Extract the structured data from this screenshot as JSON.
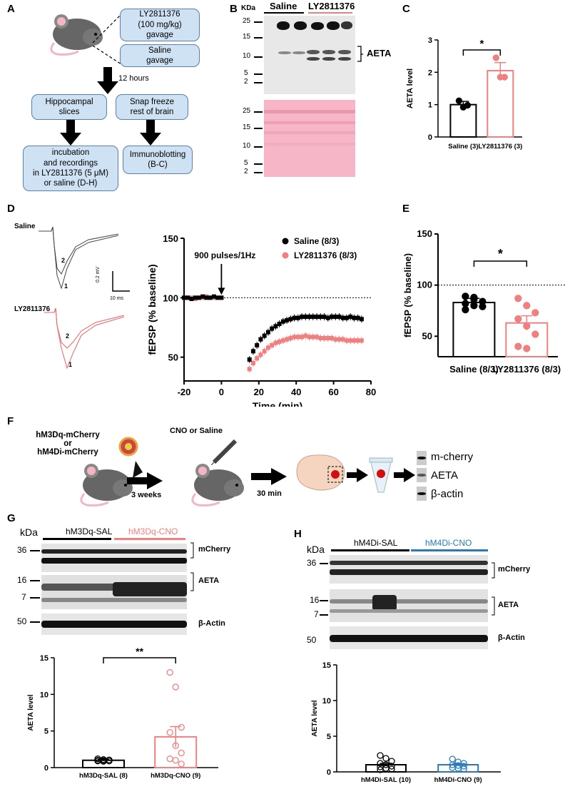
{
  "panel_labels": [
    "A",
    "B",
    "C",
    "D",
    "E",
    "F",
    "G",
    "H"
  ],
  "panelA": {
    "box1_lines": [
      "LY2811376",
      "(100 mg/kg)",
      "gavage"
    ],
    "box2_lines": [
      "Saline",
      "gavage"
    ],
    "arrow_label": "12 hours",
    "box3_lines": [
      "Hippocampal",
      "slices"
    ],
    "box4_lines": [
      "Snap freeze",
      "rest of brain"
    ],
    "box5_lines": [
      "incubation",
      "and recordings",
      "in LY2811376 (5 μM)",
      "or saline (D-H)"
    ],
    "box6_lines": [
      "Immunoblotting",
      "(B-C)"
    ]
  },
  "panelB": {
    "unit": "KDa",
    "groups": [
      "Saline",
      "LY2811376"
    ],
    "markers_top": [
      "25",
      "15",
      "10",
      "5",
      "2"
    ],
    "markers_bottom": [
      "25",
      "15",
      "10",
      "5",
      "2"
    ],
    "band_label": "AETA"
  },
  "panelD_traces": {
    "label_saline": "Saline",
    "label_ly": "LY2811376",
    "trace_num_1": "1",
    "trace_num_2": "2",
    "scale_v": "0.2 mV",
    "scale_t": "10 ms"
  },
  "panelF": {
    "virus_line1": "hM3Dq-mCherry",
    "virus_or": "or",
    "virus_line2": "hM4Di-mCherry",
    "cno_label": "CNO or Saline",
    "time1": "3 weeks",
    "time2": "30 min",
    "blot_labels": [
      "m-cherry",
      "AETA",
      "β-actin"
    ]
  },
  "panelG": {
    "unit": "kDa",
    "groups": [
      "hM3Dq-SAL",
      "hM3Dq-CNO"
    ],
    "markers": [
      "36",
      "16",
      "7",
      "50"
    ],
    "band_labels": [
      "mCherry",
      "AETA",
      "β-Actin"
    ]
  },
  "panelH": {
    "unit": "kDa",
    "groups": [
      "hM4Di-SAL",
      "hM4Di-CNO"
    ],
    "markers": [
      "36",
      "16",
      "7",
      "50"
    ],
    "band_labels": [
      "mCherry",
      "AETA",
      "β-Actin"
    ]
  },
  "colors": {
    "saline": "#000000",
    "ly": "#f08080",
    "cno_h": "#2a7ab9",
    "flowbox": "#cfe2f3",
    "ponceau": "#f6b6c8"
  },
  "chart_data": [
    {
      "id": "C",
      "type": "bar",
      "categories": [
        "Saline (3)",
        "LY2811376 (3)"
      ],
      "values": [
        1.0,
        2.05
      ],
      "sem": [
        0.1,
        0.25
      ],
      "points": [
        [
          1.12,
          0.92,
          0.98
        ],
        [
          2.45,
          1.85,
          1.85
        ]
      ],
      "ylabel": "AETA level",
      "ylim": [
        0,
        3
      ],
      "yticks": [
        0,
        1,
        2,
        3
      ],
      "significance": "*",
      "colors": [
        "#000000",
        "#f08080"
      ]
    },
    {
      "id": "D",
      "type": "scatter",
      "xlabel": "Time (min)",
      "ylabel": "fEPSP (% baseline)",
      "xlim": [
        -20,
        80
      ],
      "ylim": [
        30,
        150
      ],
      "xticks": [
        -20,
        0,
        20,
        40,
        60,
        80
      ],
      "yticks": [
        50,
        100,
        150
      ],
      "annotation": "900 pulses/1Hz",
      "legend_position": "top-right",
      "series": [
        {
          "name": "Saline (8/3)",
          "color": "#000000",
          "x": [
            -20,
            -18,
            -16,
            -14,
            -12,
            -10,
            -8,
            -6,
            -4,
            -2,
            0,
            15,
            17,
            19,
            21,
            23,
            25,
            27,
            29,
            31,
            33,
            35,
            37,
            39,
            41,
            43,
            45,
            47,
            49,
            51,
            53,
            55,
            57,
            59,
            61,
            63,
            65,
            67,
            69,
            71,
            73,
            75
          ],
          "y": [
            100,
            100,
            99,
            100,
            100,
            101,
            100,
            100,
            101,
            100,
            100,
            48,
            55,
            60,
            65,
            68,
            71,
            74,
            76,
            78,
            80,
            81,
            82,
            83,
            83,
            84,
            84,
            84,
            84,
            84,
            84,
            84,
            83,
            84,
            84,
            84,
            83,
            83,
            84,
            83,
            83,
            82
          ]
        },
        {
          "name": "LY2811376 (8/3)",
          "color": "#f08080",
          "x": [
            -20,
            -18,
            -16,
            -14,
            -12,
            -10,
            -8,
            -6,
            -4,
            -2,
            0,
            15,
            17,
            19,
            21,
            23,
            25,
            27,
            29,
            31,
            33,
            35,
            37,
            39,
            41,
            43,
            45,
            47,
            49,
            51,
            53,
            55,
            57,
            59,
            61,
            63,
            65,
            67,
            69,
            71,
            73,
            75
          ],
          "y": [
            100,
            100,
            100,
            99,
            100,
            100,
            101,
            100,
            100,
            100,
            100,
            40,
            45,
            49,
            52,
            55,
            58,
            60,
            62,
            63,
            64,
            65,
            66,
            67,
            67,
            67,
            68,
            67,
            67,
            67,
            66,
            66,
            66,
            66,
            65,
            65,
            65,
            64,
            64,
            64,
            64,
            64
          ]
        }
      ]
    },
    {
      "id": "E",
      "type": "bar",
      "categories": [
        "Saline (8/3)",
        "LY2811376 (8/3)"
      ],
      "values": [
        83,
        63
      ],
      "sem": [
        4,
        7
      ],
      "points": [
        [
          89,
          86,
          84,
          82,
          80,
          79,
          76,
          88
        ],
        [
          87,
          80,
          73,
          67,
          60,
          52,
          40,
          38
        ]
      ],
      "ylabel": "fEPSP (% baseline)",
      "ylim": [
        30,
        150
      ],
      "yticks": [
        50,
        100,
        150
      ],
      "reference_line": 100,
      "significance": "*",
      "colors": [
        "#000000",
        "#f08080"
      ]
    },
    {
      "id": "G",
      "type": "bar",
      "categories": [
        "hM3Dq-SAL (8)",
        "hM3Dq-CNO (9)"
      ],
      "values": [
        1.0,
        4.2
      ],
      "sem": [
        0.1,
        1.4
      ],
      "points": [
        [
          1.2,
          1.1,
          1.05,
          1.0,
          0.95,
          0.9,
          0.9,
          0.85
        ],
        [
          13.0,
          11.0,
          5.5,
          4.8,
          3.0,
          2.0,
          1.2,
          1.0,
          0.5
        ]
      ],
      "ylabel": "AETA level",
      "ylim": [
        0,
        15
      ],
      "yticks": [
        0,
        5,
        10,
        15
      ],
      "significance": "**",
      "colors": [
        "#000000",
        "#f08080"
      ]
    },
    {
      "id": "H",
      "type": "bar",
      "categories": [
        "hM4Di-SAL (10)",
        "hM4Di-CNO (9)"
      ],
      "values": [
        1.0,
        1.0
      ],
      "sem": [
        0.2,
        0.15
      ],
      "points": [
        [
          2.3,
          1.9,
          1.5,
          1.2,
          1.0,
          0.8,
          0.7,
          0.5,
          0.4,
          0.3
        ],
        [
          1.8,
          1.4,
          1.2,
          1.0,
          0.9,
          0.8,
          0.6,
          0.5,
          0.4
        ]
      ],
      "ylabel": "AETA level",
      "ylim": [
        0,
        15
      ],
      "yticks": [
        0,
        5,
        10,
        15
      ],
      "colors": [
        "#000000",
        "#2a7ab9"
      ]
    }
  ]
}
